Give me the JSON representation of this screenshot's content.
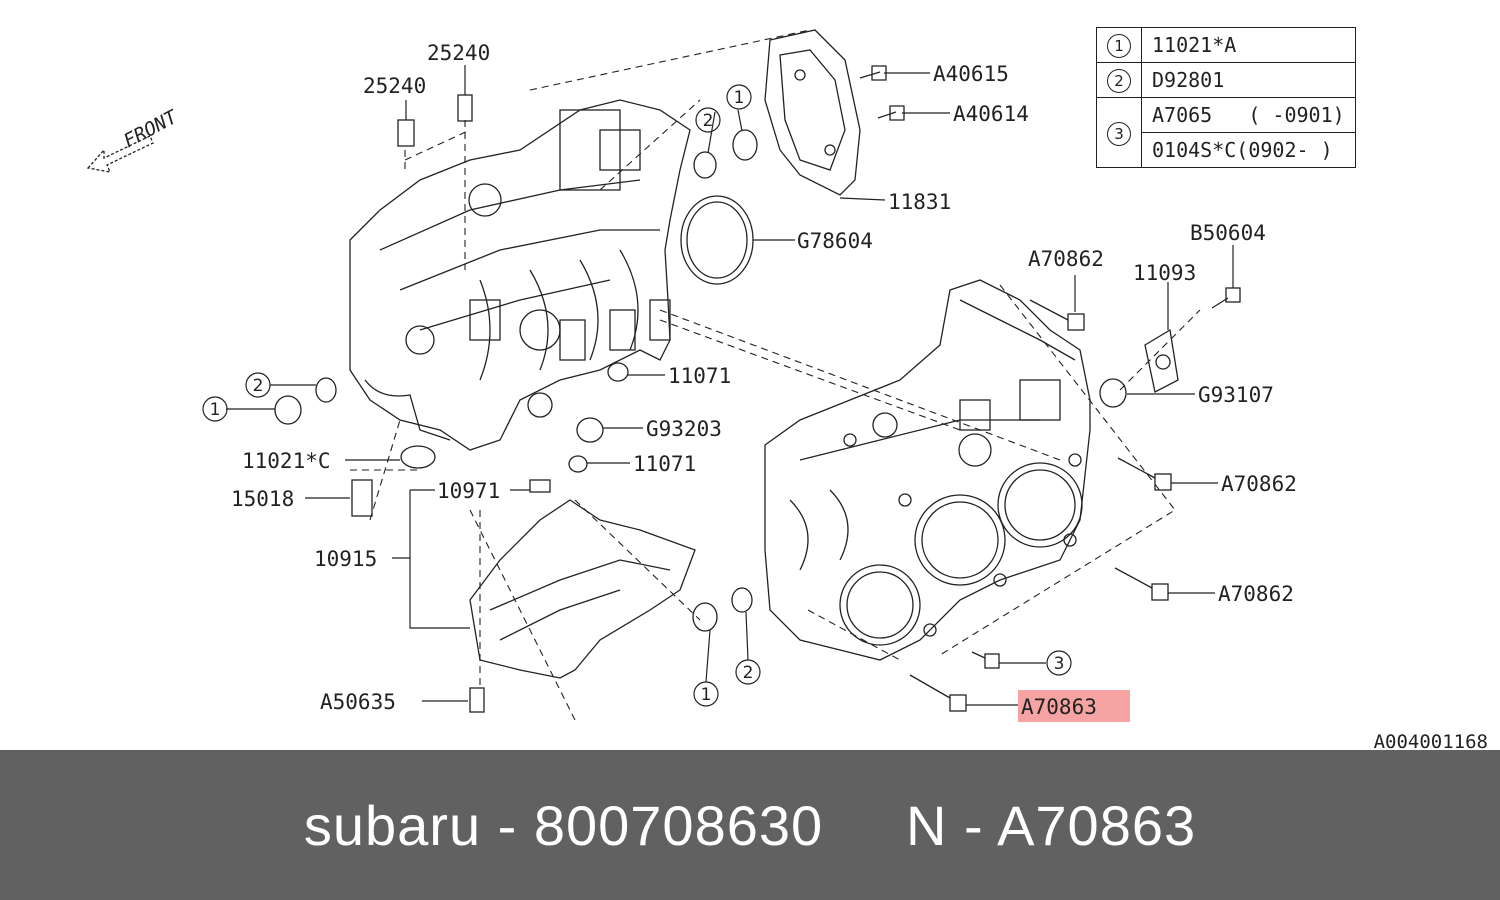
{
  "diagram": {
    "front_label": "FRONT",
    "ref_number": "A004001168",
    "highlighted_part": "A70863",
    "highlight_color": "#f5a3a3",
    "callouts": [
      {
        "id": "c25240a",
        "text": "25240"
      },
      {
        "id": "c25240b",
        "text": "25240"
      },
      {
        "id": "cA40615",
        "text": "A40615"
      },
      {
        "id": "cA40614",
        "text": "A40614"
      },
      {
        "id": "c11831",
        "text": "11831"
      },
      {
        "id": "cG78604",
        "text": "G78604"
      },
      {
        "id": "cA70862a",
        "text": "A70862"
      },
      {
        "id": "c11093",
        "text": "11093"
      },
      {
        "id": "cB50604",
        "text": "B50604"
      },
      {
        "id": "c11071a",
        "text": "11071"
      },
      {
        "id": "cG93107",
        "text": "G93107"
      },
      {
        "id": "cG93203",
        "text": "G93203"
      },
      {
        "id": "c11071b",
        "text": "11071"
      },
      {
        "id": "c11021C",
        "text": "11021*C"
      },
      {
        "id": "cA70862b",
        "text": "A70862"
      },
      {
        "id": "c15018",
        "text": "15018"
      },
      {
        "id": "c10971",
        "text": "10971"
      },
      {
        "id": "c10915",
        "text": "10915"
      },
      {
        "id": "cA70862c",
        "text": "A70862"
      },
      {
        "id": "cA50635",
        "text": "A50635"
      },
      {
        "id": "cA70863",
        "text": "A70863"
      }
    ],
    "circle_refs": [
      {
        "id": "r1a",
        "text": "1"
      },
      {
        "id": "r2a",
        "text": "2"
      },
      {
        "id": "r1b",
        "text": "1"
      },
      {
        "id": "r2b",
        "text": "2"
      },
      {
        "id": "r2c",
        "text": "2"
      },
      {
        "id": "r1c",
        "text": "1"
      },
      {
        "id": "r3a",
        "text": "3"
      }
    ]
  },
  "legend": {
    "rows": [
      {
        "num": "1",
        "value": "11021*A"
      },
      {
        "num": "2",
        "value": "D92801"
      },
      {
        "num": "3",
        "value": "A7065   ( -0901)"
      },
      {
        "num": "",
        "value": "0104S*C(0902- )"
      }
    ]
  },
  "footer": {
    "text": "subaru - 800708630     N - A70863"
  },
  "colors": {
    "footer_bg": "#616161",
    "footer_text": "#ffffff"
  }
}
